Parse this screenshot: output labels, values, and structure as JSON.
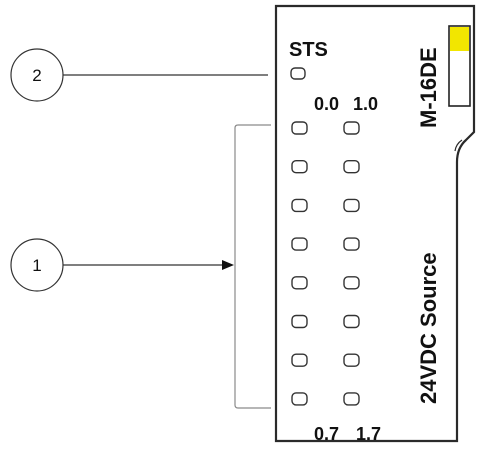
{
  "callouts": [
    {
      "number": "1",
      "target": "channel LEDs"
    },
    {
      "number": "2",
      "target": "STS LED"
    }
  ],
  "module": {
    "model": "M-16DE",
    "status_label": "STS",
    "top_range_left": "0.0",
    "top_range_right": "1.0",
    "bottom_range_left": "0.7",
    "bottom_range_right": "1.7",
    "source_label": "24VDC Source",
    "indicator_color": "#f2e600",
    "led_rows": 8,
    "led_columns": 2
  }
}
